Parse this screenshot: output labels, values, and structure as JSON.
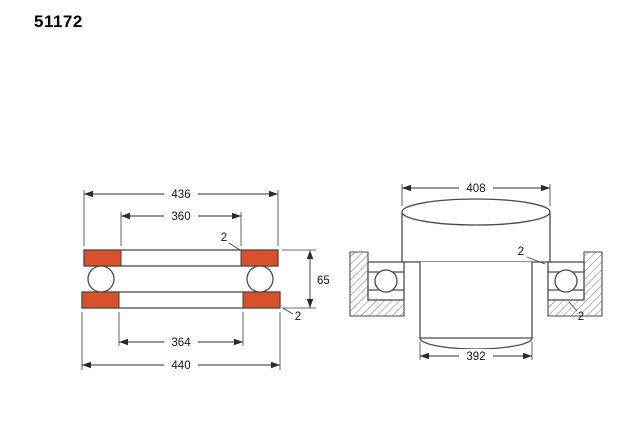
{
  "title": "51172",
  "left_view": {
    "dim_top_outer": "436",
    "dim_top_inner": "360",
    "dim_chamfer_top": "2",
    "dim_height": "65",
    "dim_chamfer_bottom": "2",
    "dim_bottom_inner": "364",
    "dim_bottom_outer": "440"
  },
  "right_view": {
    "dim_shaft_shoulder": "408",
    "dim_chamfer_top": "2",
    "dim_chamfer_bottom": "2",
    "dim_housing_shoulder": "392"
  },
  "colors": {
    "washer_fill": "#d8502c",
    "line": "#4a4a4a"
  }
}
